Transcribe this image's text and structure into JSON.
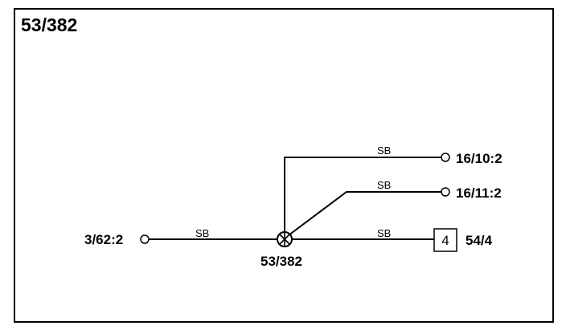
{
  "diagram": {
    "title": "53/382",
    "splice_label": "53/382",
    "left_connector": "3/62:2",
    "branches": [
      {
        "wire_color": "SB",
        "terminal": "16/10:2"
      },
      {
        "wire_color": "SB",
        "terminal": "16/11:2"
      },
      {
        "wire_color": "SB",
        "terminal": "54/4",
        "box_number": "4"
      }
    ],
    "main_wire_color": "SB"
  }
}
